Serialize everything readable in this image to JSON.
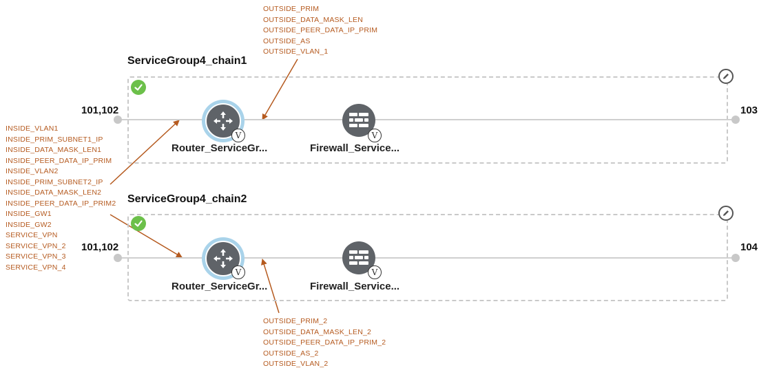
{
  "chains": [
    {
      "title": "ServiceGroup4_chain1",
      "left_endpoint": "101,102",
      "right_endpoint": "103",
      "router_label": "Router_ServiceGr...",
      "firewall_label": "Firewall_Service...",
      "router_badge": "V",
      "firewall_badge": "V",
      "status": "success"
    },
    {
      "title": "ServiceGroup4_chain2",
      "left_endpoint": "101,102",
      "right_endpoint": "104",
      "router_label": "Router_ServiceGr...",
      "firewall_label": "Firewall_Service...",
      "router_badge": "V",
      "firewall_badge": "V",
      "status": "success"
    }
  ],
  "annotations": {
    "top_outside": [
      "OUTSIDE_PRIM",
      "OUTSIDE_DATA_MASK_LEN",
      "OUTSIDE_PEER_DATA_IP_PRIM",
      "OUTSIDE_AS",
      "OUTSIDE_VLAN_1"
    ],
    "left_inside": [
      "INSIDE_VLAN1",
      "INSIDE_PRIM_SUBNET1_IP",
      "INSIDE_DATA_MASK_LEN1",
      "INSIDE_PEER_DATA_IP_PRIM",
      "INSIDE_VLAN2",
      "INSIDE_PRIM_SUBNET2_IP",
      "INSIDE_DATA_MASK_LEN2",
      "INSIDE_PEER_DATA_IP_PRIM2",
      "INSIDE_GW1",
      "INSIDE_GW2",
      "SERVICE_VPN",
      "SERVICE_VPN_2",
      "SERVICE_VPN_3",
      "SERVICE_VPN_4"
    ],
    "bottom_outside": [
      "OUTSIDE_PRIM_2",
      "OUTSIDE_DATA_MASK_LEN_2",
      "OUTSIDE_PEER_DATA_IP_PRIM_2",
      "OUTSIDE_AS_2",
      "OUTSIDE_VLAN_2"
    ]
  },
  "colors": {
    "annotation": "#b55a1f",
    "check": "#6cc04a",
    "router_ring": "#a9d3ea",
    "device": "#5f6368"
  },
  "icons": [
    "check-icon",
    "edit-pencil-icon",
    "router-arrows-icon",
    "firewall-brick-icon",
    "vmanage-v-badge-icon"
  ]
}
